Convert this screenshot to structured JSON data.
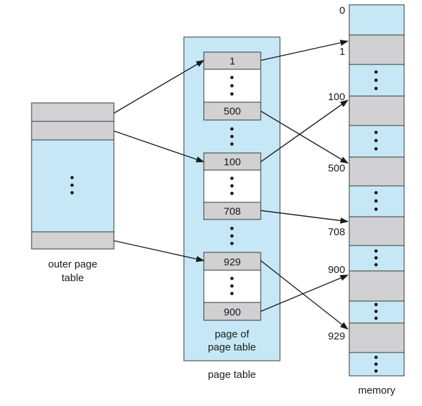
{
  "outer_page_table": {
    "label_line1": "outer page",
    "label_line2": "table"
  },
  "page_table": {
    "label": "page table",
    "inner_label_line1": "page of",
    "inner_label_line2": "page table",
    "entries": [
      "1",
      "500",
      "100",
      "708",
      "929",
      "900"
    ]
  },
  "memory": {
    "label": "memory",
    "addresses": [
      "0",
      "1",
      "100",
      "500",
      "708",
      "900",
      "929"
    ]
  },
  "colors": {
    "table_fill": "#c6e8f6",
    "entry_fill": "#d1d1d3",
    "line": "#1a1a1a"
  }
}
